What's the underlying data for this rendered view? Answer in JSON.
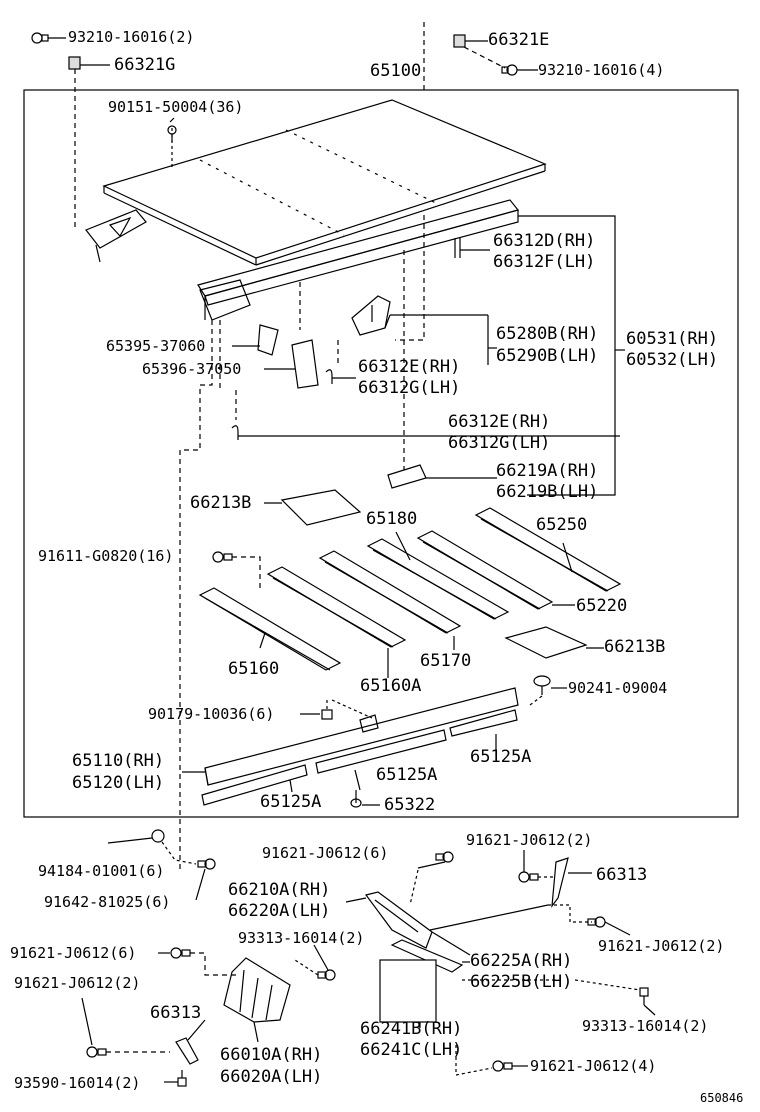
{
  "diagram": {
    "figure_number": "650846",
    "labels": {
      "l_93210_16016_2": "93210-16016(2)",
      "l_66321G": "66321G",
      "l_66321E": "66321E",
      "l_93210_16016_4": "93210-16016(4)",
      "l_65100": "65100",
      "l_90151": "90151-50004(36)",
      "l_66312D": "66312D(RH)",
      "l_66312F": "66312F(LH)",
      "l_65395": "65395-37060",
      "l_65396": "65396-37050",
      "l_65280B": "65280B(RH)",
      "l_65290B": "65290B(LH)",
      "l_60531": "60531(RH)",
      "l_60532": "60532(LH)",
      "l_66312E_a": "66312E(RH)",
      "l_66312G_a": "66312G(LH)",
      "l_66312E_b": "66312E(RH)",
      "l_66312G_b": "66312G(LH)",
      "l_66219A": "66219A(RH)",
      "l_66219B": "66219B(LH)",
      "l_66213B_a": "66213B",
      "l_65180": "65180",
      "l_65250": "65250",
      "l_91611": "91611-G0820(16)",
      "l_65220": "65220",
      "l_66213B_b": "66213B",
      "l_65160": "65160",
      "l_65170": "65170",
      "l_65160A": "65160A",
      "l_90241": "90241-09004",
      "l_90179": "90179-10036(6)",
      "l_65110": "65110(RH)",
      "l_65120": "65120(LH)",
      "l_65125A_a": "65125A",
      "l_65125A_b": "65125A",
      "l_65125A_c": "65125A",
      "l_65322": "65322",
      "l_94184": "94184-01001(6)",
      "l_91642": "91642-81025(6)",
      "l_91621_J0612_6_a": "91621-J0612(6)",
      "l_91621_J0612_2_a": "91621-J0612(2)",
      "l_66313_a": "66313",
      "l_66210A": "66210A(RH)",
      "l_66220A": "66220A(LH)",
      "l_91621_J0612_2_b": "91621-J0612(2)",
      "l_91621_J0612_6_b": "91621-J0612(6)",
      "l_93313_16014_2_a": "93313-16014(2)",
      "l_66225A": "66225A(RH)",
      "l_66225B": "66225B(LH)",
      "l_91621_J0612_2_c": "91621-J0612(2)",
      "l_66313_b": "66313",
      "l_66241B": "66241B(RH)",
      "l_66241C": "66241C(LH)",
      "l_93313_16014_2_b": "93313-16014(2)",
      "l_66010A": "66010A(RH)",
      "l_66020A": "66020A(LH)",
      "l_91621_J0612_4": "91621-J0612(4)",
      "l_93590": "93590-16014(2)"
    }
  }
}
